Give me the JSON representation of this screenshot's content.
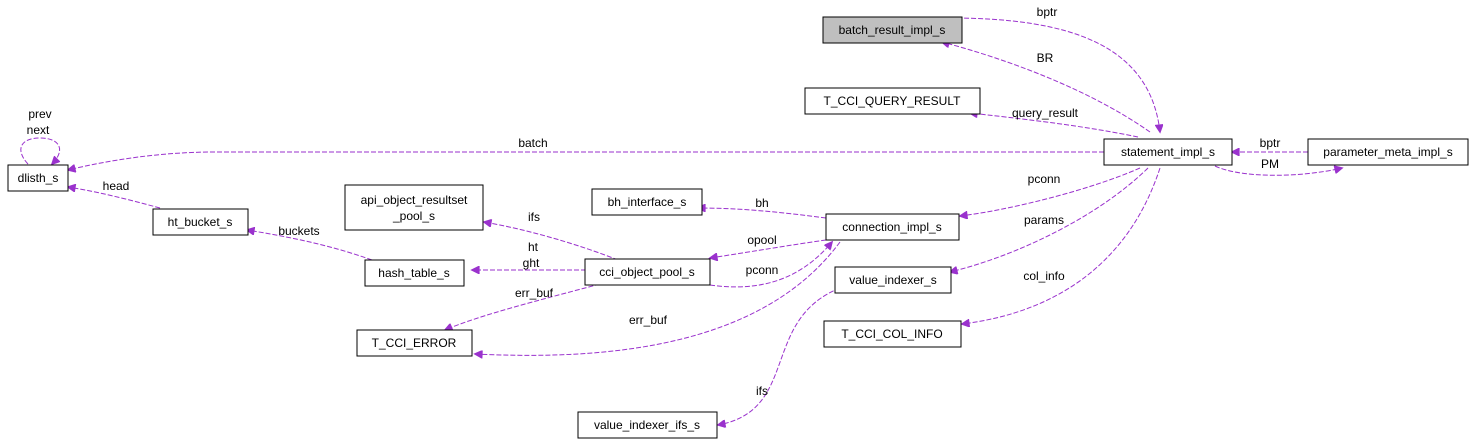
{
  "nodes": {
    "batch_result_impl_s": "batch_result_impl_s",
    "t_cci_query_result": "T_CCI_QUERY_RESULT",
    "dlisth_s": "dlisth_s",
    "statement_impl_s": "statement_impl_s",
    "parameter_meta_impl_s": "parameter_meta_impl_s",
    "api_object_resultset_pool_s_line1": "api_object_resultset",
    "api_object_resultset_pool_s_line2": "_pool_s",
    "bh_interface_s": "bh_interface_s",
    "ht_bucket_s": "ht_bucket_s",
    "connection_impl_s": "connection_impl_s",
    "hash_table_s": "hash_table_s",
    "cci_object_pool_s": "cci_object_pool_s",
    "value_indexer_s": "value_indexer_s",
    "t_cci_error": "T_CCI_ERROR",
    "t_cci_col_info": "T_CCI_COL_INFO",
    "value_indexer_ifs_s": "value_indexer_ifs_s"
  },
  "edge_labels": {
    "bptr_top": "bptr",
    "br": "BR",
    "query_result": "query_result",
    "prev": "prev",
    "next": "next",
    "batch": "batch",
    "bptr_right": "bptr",
    "pm": "PM",
    "head": "head",
    "pconn_stmt": "pconn",
    "bh": "bh",
    "ifs_pool": "ifs",
    "buckets": "buckets",
    "params": "params",
    "opool": "opool",
    "ht": "ht",
    "ght": "ght",
    "pconn_pool": "pconn",
    "err_buf_pool": "err_buf",
    "col_info": "col_info",
    "err_buf_conn": "err_buf",
    "ifs_indexer": "ifs"
  }
}
